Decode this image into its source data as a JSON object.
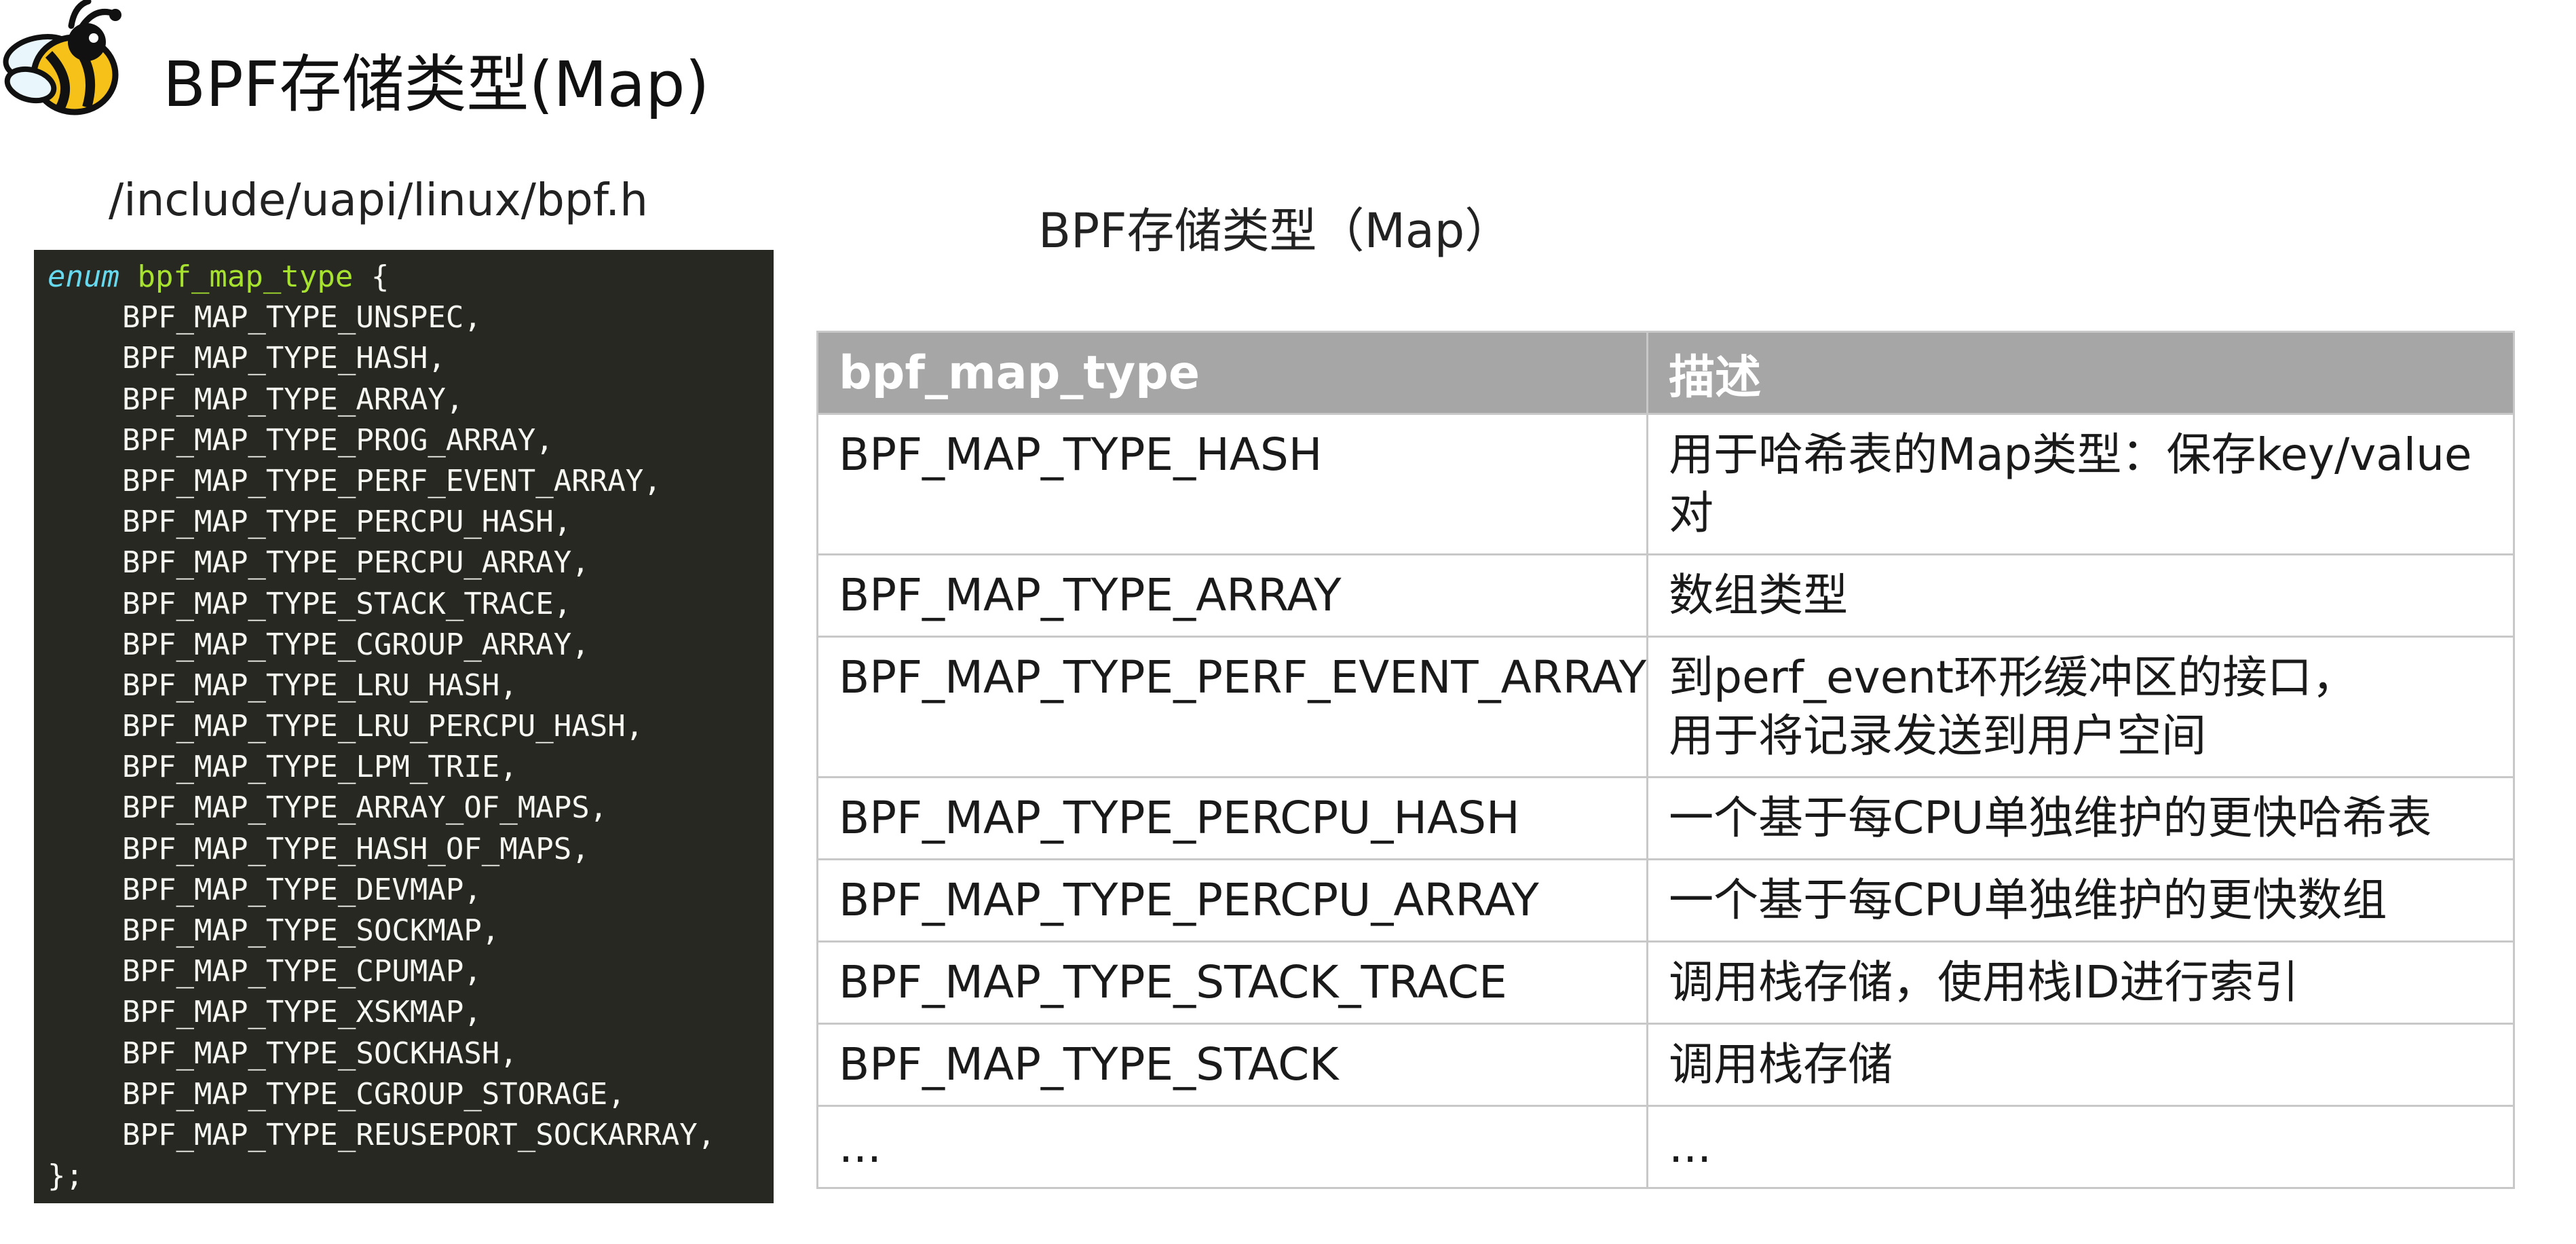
{
  "page": {
    "title": "BPF存储类型(Map)",
    "header_path": "/include/uapi/linux/bpf.h",
    "table_caption": "BPF存储类型（Map）"
  },
  "code": {
    "keyword": "enum",
    "type_name": "bpf_map_type",
    "open_brace": "{",
    "members": [
      "BPF_MAP_TYPE_UNSPEC,",
      "BPF_MAP_TYPE_HASH,",
      "BPF_MAP_TYPE_ARRAY,",
      "BPF_MAP_TYPE_PROG_ARRAY,",
      "BPF_MAP_TYPE_PERF_EVENT_ARRAY,",
      "BPF_MAP_TYPE_PERCPU_HASH,",
      "BPF_MAP_TYPE_PERCPU_ARRAY,",
      "BPF_MAP_TYPE_STACK_TRACE,",
      "BPF_MAP_TYPE_CGROUP_ARRAY,",
      "BPF_MAP_TYPE_LRU_HASH,",
      "BPF_MAP_TYPE_LRU_PERCPU_HASH,",
      "BPF_MAP_TYPE_LPM_TRIE,",
      "BPF_MAP_TYPE_ARRAY_OF_MAPS,",
      "BPF_MAP_TYPE_HASH_OF_MAPS,",
      "BPF_MAP_TYPE_DEVMAP,",
      "BPF_MAP_TYPE_SOCKMAP,",
      "BPF_MAP_TYPE_CPUMAP,",
      "BPF_MAP_TYPE_XSKMAP,",
      "BPF_MAP_TYPE_SOCKHASH,",
      "BPF_MAP_TYPE_CGROUP_STORAGE,",
      "BPF_MAP_TYPE_REUSEPORT_SOCKARRAY,"
    ],
    "close_brace": "};"
  },
  "table": {
    "headers": [
      "bpf_map_type",
      "描述"
    ],
    "rows": [
      {
        "type": "BPF_MAP_TYPE_HASH",
        "desc": "用于哈希表的Map类型：保存key/value\n对"
      },
      {
        "type": "BPF_MAP_TYPE_ARRAY",
        "desc": "数组类型"
      },
      {
        "type": "BPF_MAP_TYPE_PERF_EVENT_ARRAY",
        "desc": "到perf_event环形缓冲区的接口，\n用于将记录发送到用户空间"
      },
      {
        "type": "BPF_MAP_TYPE_PERCPU_HASH",
        "desc": "一个基于每CPU单独维护的更快哈希表"
      },
      {
        "type": "BPF_MAP_TYPE_PERCPU_ARRAY",
        "desc": "一个基于每CPU单独维护的更快数组"
      },
      {
        "type": "BPF_MAP_TYPE_STACK_TRACE",
        "desc": "调用栈存储，使用栈ID进行索引"
      },
      {
        "type": "BPF_MAP_TYPE_STACK",
        "desc": "调用栈存储"
      },
      {
        "type": "...",
        "desc": "..."
      }
    ]
  },
  "colors": {
    "code_background": "#272822",
    "code_keyword": "#66d9ef",
    "code_type_name": "#a6e22e",
    "code_text": "#f8f8f2",
    "table_header_background": "#a6a6a6",
    "table_border": "#c8c8c8",
    "logo_yellow": "#f6c21a"
  },
  "icons": {
    "logo": "bee-logo-icon"
  }
}
